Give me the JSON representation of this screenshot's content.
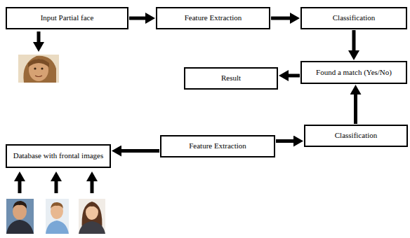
{
  "diagram": {
    "nodes": [
      {
        "text": [
          "Input Partial face"
        ]
      },
      {
        "text": [
          "Feature Extraction"
        ]
      },
      {
        "text": [
          "Classification"
        ]
      },
      {
        "text": [
          "Found a match (Yes/No)"
        ]
      },
      {
        "text": [
          "Result"
        ]
      },
      {
        "text": [
          "Classification"
        ]
      },
      {
        "text": [
          "Feature Extraction"
        ]
      },
      {
        "text": [
          "Database with frontal images"
        ]
      }
    ],
    "edges": [
      {
        "from": 0,
        "to": 1,
        "arrow": "to"
      },
      {
        "from": 1,
        "to": 2,
        "arrow": "to"
      },
      {
        "from": 2,
        "to": 3,
        "arrow": "to"
      },
      {
        "from": 3,
        "to": 4,
        "arrow": "to"
      },
      {
        "from": 5,
        "to": 3,
        "arrow": "to"
      },
      {
        "from": 6,
        "to": 7,
        "arrow": "to"
      },
      {
        "from": 6,
        "to": 5,
        "arrow": "to"
      }
    ]
  }
}
